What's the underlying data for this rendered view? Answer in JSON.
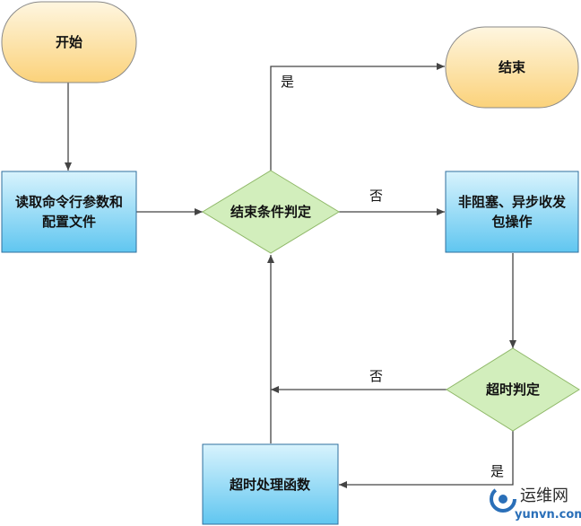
{
  "nodes": {
    "start": {
      "label": "开始"
    },
    "end": {
      "label": "结束"
    },
    "read_args": {
      "line1": "读取命令行参数和",
      "line2": "配置文件"
    },
    "end_cond": {
      "label": "结束条件判定"
    },
    "async_io": {
      "line1": "非阻塞、异步收发",
      "line2": "包操作"
    },
    "timeout_check": {
      "label": "超时判定"
    },
    "timeout_handler": {
      "label": "超时处理函数"
    }
  },
  "edges": {
    "cond_yes": "是",
    "cond_no": "否",
    "timeout_no": "否",
    "timeout_yes": "是"
  },
  "watermark": {
    "cn": "运维网",
    "en": "yunvn.com"
  },
  "colors": {
    "terminal_top": "#fef6e0",
    "terminal_bottom": "#fbd27a",
    "terminal_stroke": "#8a8a8a",
    "process_top": "#d8f3fd",
    "process_bottom": "#60c6f0",
    "process_stroke": "#2f6f9e",
    "decision_fill": "#d2eebc",
    "decision_stroke": "#8fb868",
    "line": "#444444"
  }
}
